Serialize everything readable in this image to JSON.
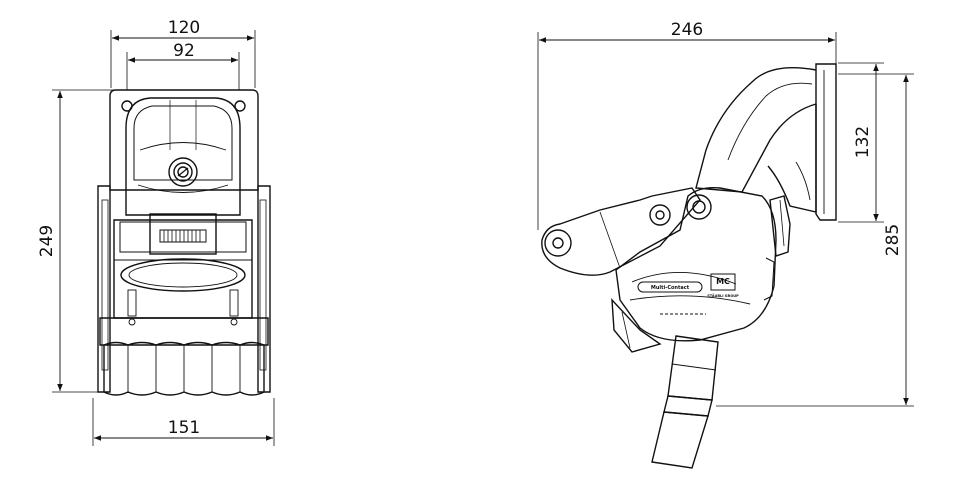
{
  "front_view": {
    "dim_outer_top": "120",
    "dim_inner_top": "92",
    "dim_height": "249",
    "dim_bottom": "151"
  },
  "side_view": {
    "dim_top": "246",
    "dim_flange": "132",
    "dim_height": "285",
    "brand_label": "Multi-Contact",
    "brand_sub": "STÄUBLI GROUP",
    "brand_logo": "MC"
  }
}
